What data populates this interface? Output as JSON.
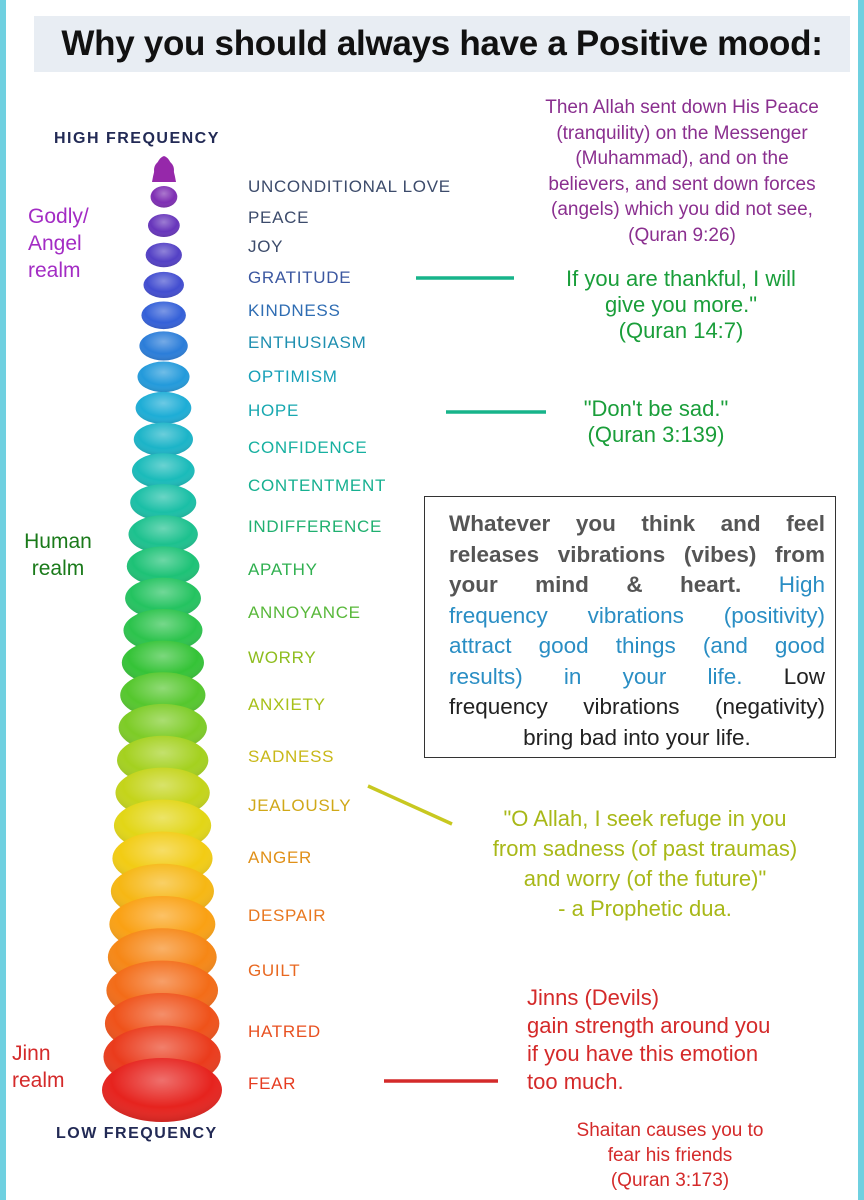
{
  "title": "Why you should always have a Positive mood:",
  "scale": {
    "high": "HIGH FREQUENCY",
    "low": "LOW FREQUENCY"
  },
  "realms": [
    {
      "lines": [
        "Godly/",
        "Angel",
        "realm"
      ],
      "color": "#a32cc4"
    },
    {
      "lines": [
        "Human",
        "realm"
      ],
      "color": "#1a7a1a"
    },
    {
      "lines": [
        "Jinn",
        "realm"
      ],
      "color": "#d42a2a"
    }
  ],
  "emotions": [
    {
      "label": "UNCONDITIONAL LOVE",
      "color": "#3c4b6b"
    },
    {
      "label": "PEACE",
      "color": "#3c4b6b"
    },
    {
      "label": "JOY",
      "color": "#3c4b6b"
    },
    {
      "label": "GRATITUDE",
      "color": "#3b57a0"
    },
    {
      "label": "KINDNESS",
      "color": "#2f6db3"
    },
    {
      "label": "ENTHUSIASM",
      "color": "#1e8fb0"
    },
    {
      "label": "OPTIMISM",
      "color": "#18a0b8"
    },
    {
      "label": "HOPE",
      "color": "#18a8b0"
    },
    {
      "label": "CONFIDENCE",
      "color": "#16b0a0"
    },
    {
      "label": "CONTENTMENT",
      "color": "#16b090"
    },
    {
      "label": "INDIFFERENCE",
      "color": "#20b070"
    },
    {
      "label": "APATHY",
      "color": "#30b050"
    },
    {
      "label": "ANNOYANCE",
      "color": "#58b83a"
    },
    {
      "label": "WORRY",
      "color": "#8ebd1e"
    },
    {
      "label": "ANXIETY",
      "color": "#a8c018"
    },
    {
      "label": "SADNESS",
      "color": "#c8b818"
    },
    {
      "label": "JEALOUSLY",
      "color": "#d0a818"
    },
    {
      "label": "ANGER",
      "color": "#e09018"
    },
    {
      "label": "DESPAIR",
      "color": "#e87820"
    },
    {
      "label": "GUILT",
      "color": "#e86820"
    },
    {
      "label": "HATRED",
      "color": "#e85020"
    },
    {
      "label": "FEAR",
      "color": "#e63c20"
    }
  ],
  "quotes": {
    "peace": {
      "lines": [
        "Then Allah sent down His Peace",
        "(tranquility) on the Messenger",
        "(Muhammad), and on the",
        "believers, and sent down forces",
        "(angels) which you did not see,",
        "(Quran 9:26)"
      ],
      "color": "#8a2f8f"
    },
    "gratitude": {
      "lines": [
        "If you are thankful, I will",
        "give you more.\"",
        "(Quran 14:7)"
      ],
      "color": "#1a9e3a"
    },
    "hope": {
      "lines": [
        "\"Don't be sad.\"",
        "(Quran 3:139)"
      ],
      "color": "#1a9e3a"
    },
    "dua": {
      "lines": [
        "\"O Allah, I seek refuge in you",
        "from sadness (of past traumas)",
        "and worry (of the future)\"",
        "- a Prophetic dua."
      ],
      "color": "#a8b818"
    },
    "jinn": {
      "lines": [
        "Jinns (Devils)",
        "gain strength around you",
        "if you have this emotion",
        "too much."
      ],
      "color": "#d42a2a"
    },
    "shaitan": {
      "lines": [
        "Shaitan causes you to",
        "fear his friends",
        "(Quran 3:173)"
      ],
      "color": "#d42a2a"
    }
  },
  "info_box": {
    "line1": "Whatever you think and feel",
    "line2": "releases vibrations (vibes) from",
    "line3a": "your mind & heart.",
    "line3b": "High",
    "line4": "frequency vibrations (positivity)",
    "line5": "attract good things (and good",
    "line6a": "results) in your life.",
    "line6b": "Low",
    "line7": "frequency vibrations (negativity)",
    "line8": "bring bad into your life."
  },
  "connectors": {
    "gratitude": "#17b48a",
    "hope": "#17b48a",
    "jealously": "#c8c820",
    "fear": "#d42a2a"
  }
}
